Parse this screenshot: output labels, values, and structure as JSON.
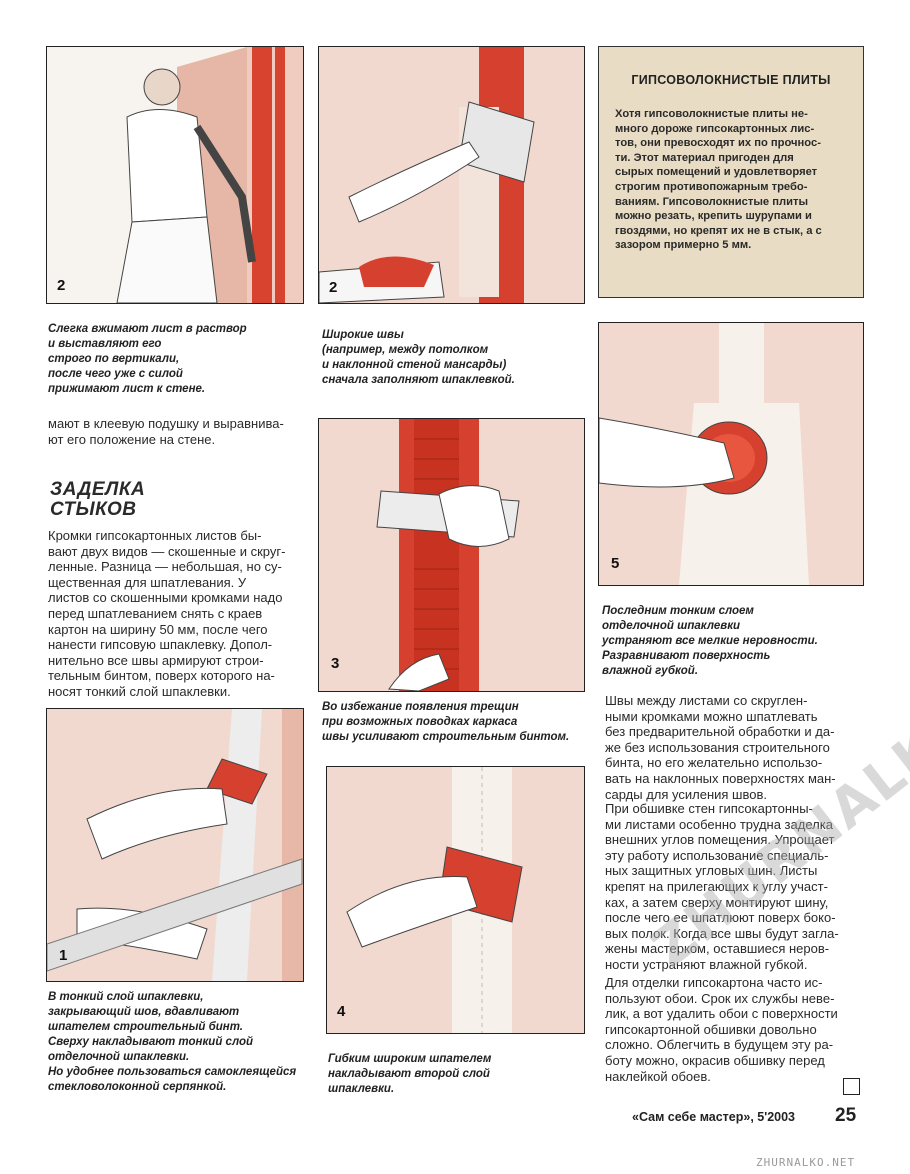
{
  "photos": {
    "p1_label": "2",
    "p2_label": "2",
    "p3_label": "3",
    "p4_label": "1",
    "p5_label": "4",
    "p6_label": "5"
  },
  "captions": {
    "c1": "Слегка вжимают лист в раствор\nи выставляют его\nстрого по вертикали,\nпосле чего уже с силой\nприжимают лист к стене.",
    "c2": "Широкие швы\n(например, между потолком\nи наклонной стеной мансарды)\nсначала заполняют шпаклевкой.",
    "c3": "Во избежание появления трещин\nпри возможных поводках каркаса\nшвы усиливают строительным бинтом.",
    "c4": "В тонкий слой шпаклевки,\nзакрывающий шов, вдавливают\nшпателем строительный бинт.\nСверху накладывают тонкий слой\nотделочной шпаклевки.\nНо удобнее пользоваться самоклеящейся\nстекловолоконной серпянкой.",
    "c5": "Гибким широким шпателем\nнакладывают второй слой\nшпаклевки.",
    "c6": "Последним тонким слоем\nотделочной шпаклевки\nустраняют все мелкие неровности.\nРазравнивают поверхность\nвлажной губкой."
  },
  "text": {
    "intro": "мают в клеевую подушку и выравнива-\nют его положение на стене.",
    "heading": "ЗАДЕЛКА\nСТЫКОВ",
    "para1": "Кромки гипсокартонных листов бы-\nвают двух видов — скошенные и скруг-\nленные. Разница — небольшая, но су-\nщественная для шпатлевания. У\nлистов со скошенными кромками надо\nперед шпатлеванием снять с краев\nкартон на ширину 50 мм, после чего\nнанести гипсовую шпаклевку. Допол-\nнительно все швы армируют строи-\nтельным бинтом, поверх которого на-\nносят тонкий слой шпаклевки.",
    "para2": "Швы между листами со скруглен-\nными кромками можно шпатлевать\nбез предварительной обработки и да-\nже без использования строительного\nбинта, но его желательно использо-\nвать на наклонных поверхностях ман-\nсарды для усиления швов.",
    "para3": "При обшивке стен гипсокартонны-\nми листами особенно трудна заделка\nвнешних углов помещения. Упрощает\nэту работу использование специаль-\nных защитных угловых шин. Листы\nкрепят на прилегающих к углу участ-\nках, а затем сверху монтируют шину,\nпосле чего ее шпатлюют поверх боко-\nвых полок. Когда все швы будут загла-\nжены мастерком, оставшиеся неров-\nности устраняют влажной губкой.",
    "para4": "Для отделки гипсокартона часто ис-\nпользуют обои. Срок их службы невe-\nлик, а вот удалить обои с поверхности\nгипсокартонной обшивки довольно\nсложно. Облегчить в будущем эту ра-\nботу можно, окрасив обшивку перед\nнаклейкой обоев."
  },
  "sidebar": {
    "title": "ГИПСОВОЛОКНИСТЫЕ ПЛИТЫ",
    "text": "Хотя гипсоволокнистые плиты не-\nмного дороже гипсокартонных лис-\nтов, они превосходят их по прочнос-\nти. Этот материал пригоден для\nсырых помещений и удовлетворяет\nстрогим противопожарным требо-\nваниям. Гипсоволокнистые плиты\nможно резать, крепить шурупами и\nгвоздями, но крепят их не в стык, а с\nзазором примерно 5 мм."
  },
  "footer": {
    "magazine": "«Сам себе мастер», 5'2003",
    "page": "25"
  },
  "watermark": "ZHURNALKO.NET",
  "site": "ZHURNALKO.NET",
  "colors": {
    "sidebar_bg": "#e9dcc4",
    "wall": "#f2d9cf",
    "accent_red": "#d6402e"
  }
}
